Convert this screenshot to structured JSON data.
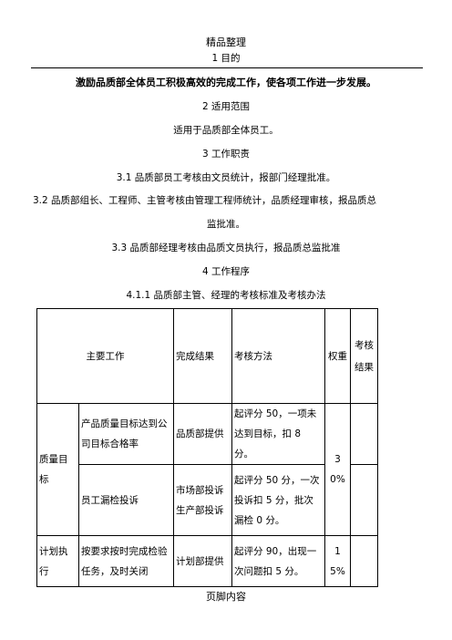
{
  "header": "精品整理",
  "sections": {
    "s1_title": "1  目的",
    "s1_body": "激励品质部全体员工积极高效的完成工作，使各项工作进一步发展。",
    "s2_title": "2  适用范围",
    "s2_body": "适用于品质部全体员工。",
    "s3_title": "3  工作职责",
    "s3_1": "3.1  品质部员工考核由文员统计，报部门经理批准。",
    "s3_2_line1": "3.2  品质部组长、工程师、主管考核由管理工程师统计，品质经理审核，报品质总",
    "s3_2_line2": "监批准。",
    "s3_3": "3.3  品质部经理考核由品质文员执行，报品质总监批准",
    "s4_title": "4  工作程序",
    "s4_1_1": "4.1.1  品质部主管、经理的考核标准及考核办法"
  },
  "table": {
    "headers": {
      "main_work": "主要工作",
      "result": "完成结果",
      "method": "考核方法",
      "weight": "权重",
      "score": "考核结果"
    },
    "quality_target_label": "质量目标",
    "rows": [
      {
        "item": "产品质量目标达到公司目标合格率",
        "result": "品质部提供",
        "method": "起评分 50，一项未达到目标，扣 8 分。"
      },
      {
        "item": "员工漏检投诉",
        "result": "市场部投诉生产部投诉",
        "method": "起评分 50 分，一次投诉扣 5 分，批次漏检 0 分。"
      }
    ],
    "quality_weight": "30%",
    "plan": {
      "category": "计划执行",
      "item": "按要求按时完成检验任务，及时关闭",
      "result": "计划部提供",
      "method": "起评分 90，出现一次问题扣 5 分。",
      "weight": "15%"
    }
  },
  "footer": "页脚内容"
}
